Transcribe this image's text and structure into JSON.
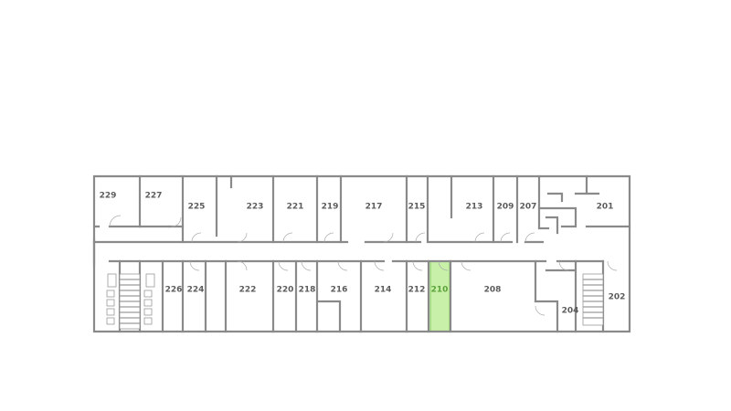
{
  "floor": {
    "selected_room": "210",
    "selected_color": "#c8f0a8",
    "rooms": [
      {
        "id": "229",
        "label": "229"
      },
      {
        "id": "227",
        "label": "227"
      },
      {
        "id": "225",
        "label": "225"
      },
      {
        "id": "223",
        "label": "223"
      },
      {
        "id": "221",
        "label": "221"
      },
      {
        "id": "219",
        "label": "219"
      },
      {
        "id": "217",
        "label": "217"
      },
      {
        "id": "215",
        "label": "215"
      },
      {
        "id": "213",
        "label": "213"
      },
      {
        "id": "209",
        "label": "209"
      },
      {
        "id": "207",
        "label": "207"
      },
      {
        "id": "201",
        "label": "201"
      },
      {
        "id": "226",
        "label": "226"
      },
      {
        "id": "224",
        "label": "224"
      },
      {
        "id": "222",
        "label": "222"
      },
      {
        "id": "220",
        "label": "220"
      },
      {
        "id": "218",
        "label": "218"
      },
      {
        "id": "216",
        "label": "216"
      },
      {
        "id": "214",
        "label": "214"
      },
      {
        "id": "212",
        "label": "212"
      },
      {
        "id": "210",
        "label": "210"
      },
      {
        "id": "208",
        "label": "208"
      },
      {
        "id": "204",
        "label": "204"
      },
      {
        "id": "202",
        "label": "202"
      }
    ]
  }
}
